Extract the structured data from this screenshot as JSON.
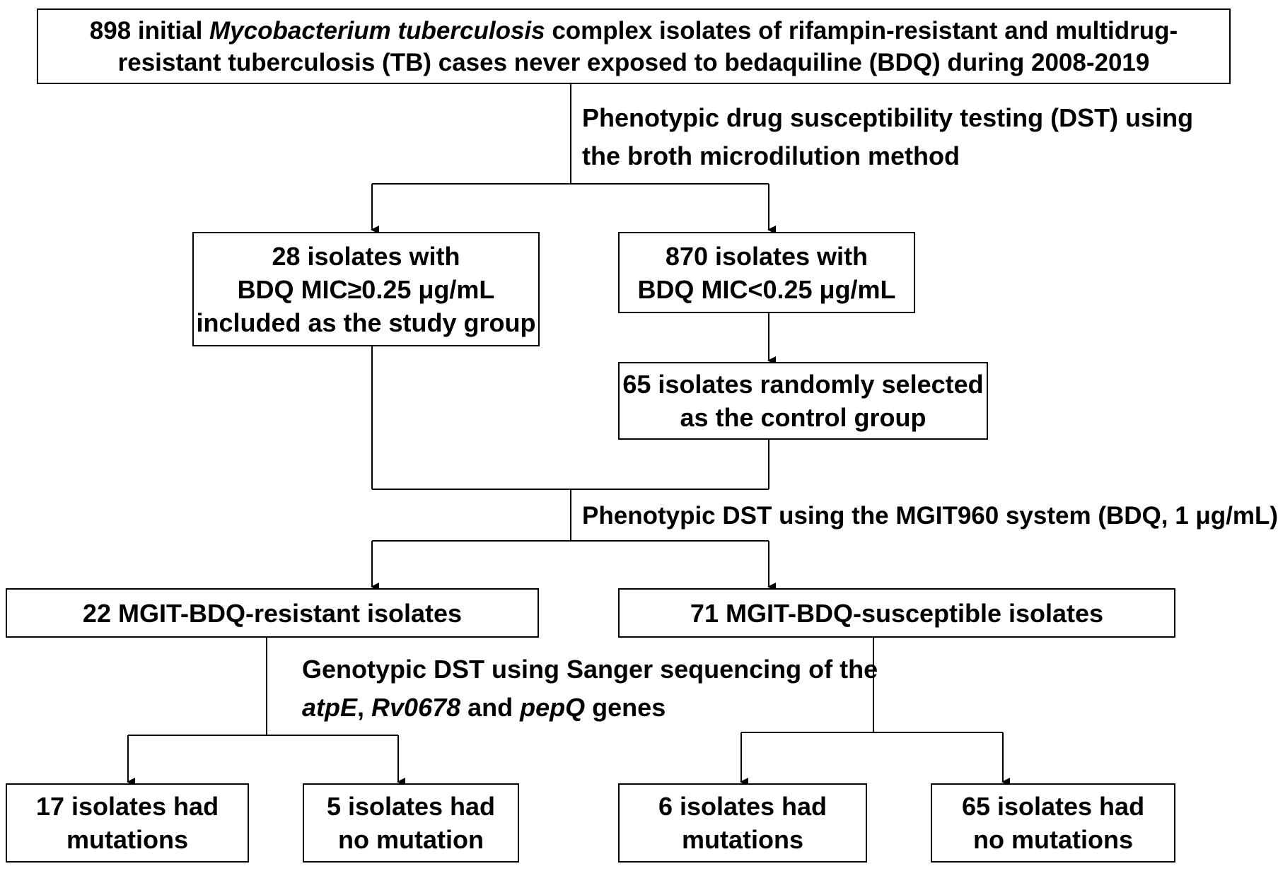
{
  "top_box": {
    "line1_pre": "898 initial ",
    "line1_italic": "Mycobacterium tuberculosis",
    "line1_post": " complex isolates of rifampin-resistant and  multidrug-",
    "line2": "resistant tuberculosis (TB) cases never exposed to bedaquiline (BDQ) during 2008-2019"
  },
  "step1_label": {
    "line1": "Phenotypic drug susceptibility testing (DST) using",
    "line2": "the broth microdilution method"
  },
  "study_group_box": {
    "line1": "28 isolates with",
    "line2": "BDQ MIC≥0.25 μg/mL",
    "line3": "included as the study group"
  },
  "low_mic_box": {
    "line1": "870 isolates with",
    "line2": "BDQ MIC<0.25 μg/mL"
  },
  "control_group_box": {
    "line1": "65 isolates randomly selected",
    "line2": "as the control group"
  },
  "step2_label": "Phenotypic DST using the MGIT960 system (BDQ, 1 μg/mL)",
  "resistant_box": "22 MGIT-BDQ-resistant isolates",
  "susceptible_box": "71 MGIT-BDQ-susceptible isolates",
  "step3_label": {
    "line1": "Genotypic DST using Sanger sequencing of the",
    "gene1": "atpE",
    "sep1": ", ",
    "gene2": "Rv0678",
    "sep2": " and ",
    "gene3": "pepQ",
    "tail": " genes"
  },
  "outcomes": [
    {
      "line1": "17 isolates had",
      "line2": "mutations"
    },
    {
      "line1": "5 isolates had",
      "line2": "no mutation"
    },
    {
      "line1": "6 isolates had",
      "line2": "mutations"
    },
    {
      "line1": "65 isolates had",
      "line2": "no mutations"
    }
  ]
}
